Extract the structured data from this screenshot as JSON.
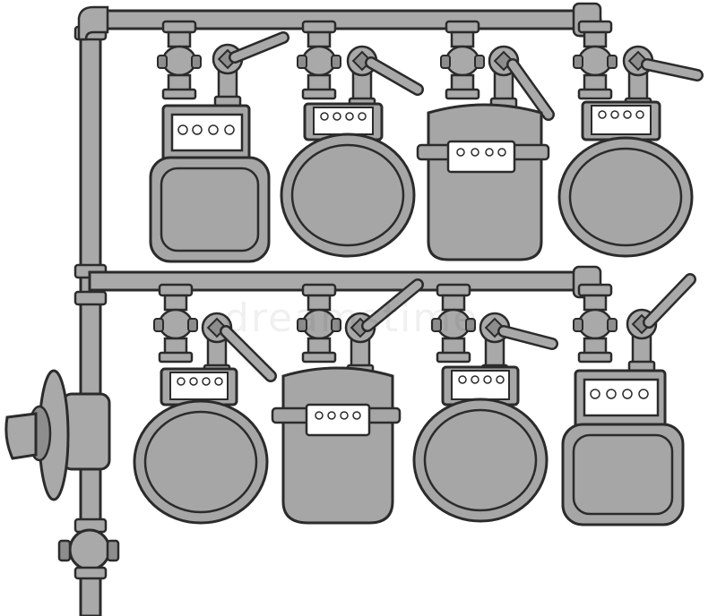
{
  "illustration": {
    "subject": "gas-meter-bank",
    "rows": [
      {
        "meters": [
          "square-face",
          "round-face",
          "tall-bellows",
          "round-face"
        ]
      },
      {
        "meters": [
          "round-face",
          "tall-bellows",
          "round-face",
          "square-face"
        ]
      }
    ]
  },
  "watermark": {
    "text": "dreamstime"
  },
  "colors": {
    "background": "#ffffff",
    "pipe": "#a9a9a9",
    "meter_body": "#a6a6a6",
    "meter_dark": "#8d8d8d",
    "dial_plate": "#ffffff",
    "outline": "#2b2b2b"
  }
}
